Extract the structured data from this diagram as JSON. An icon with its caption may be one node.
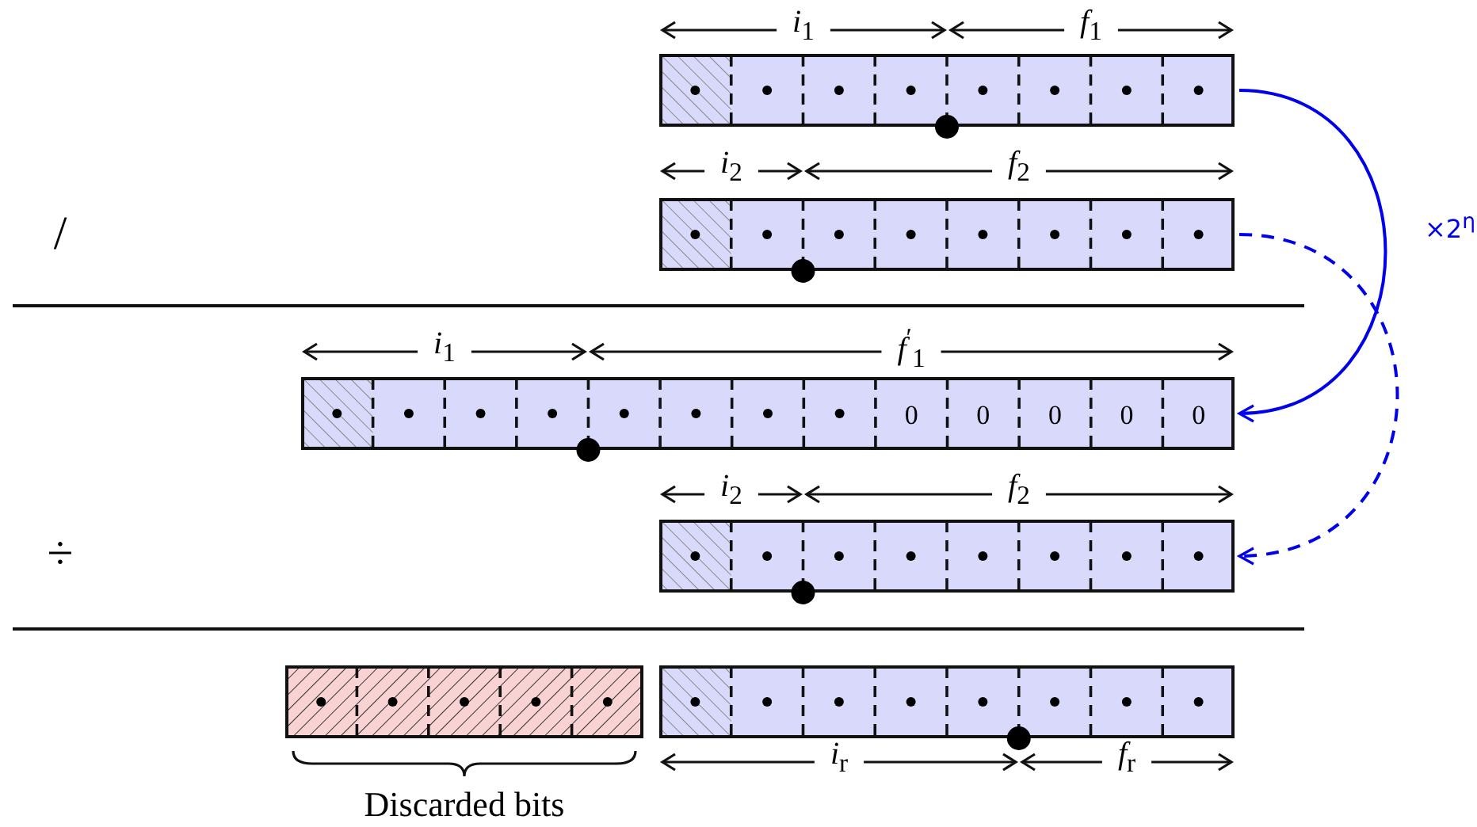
{
  "diagram": {
    "nodes": [
      {
        "text": [],
        "shape": "bar"
      },
      {
        "text": [],
        "shape": "bar"
      },
      {
        "text": [
          "0",
          "0",
          "0",
          "0",
          "0"
        ]
      },
      {
        "text": [],
        "shape": "bar"
      },
      {
        "text": [],
        "shape": "bar",
        "beside": [
          "Discarded bits"
        ]
      },
      {
        "text": [],
        "shape": "bar"
      }
    ],
    "edges": [
      {
        "from": 0,
        "to": 2,
        "arrow": "to",
        "label": "×2$^{η}$"
      },
      {
        "from": 1,
        "to": 3,
        "arrow": "to",
        "style": "dashed"
      }
    ],
    "labels": [
      "*i*$_{1}$",
      "*f*$_{1}$",
      "*i*$_{2}$",
      "*f*$_{2}$",
      "/",
      "*i*$_{1}$",
      "*f*$^{′}$$_{1}$",
      "*i*$_{2}$",
      "*f*$_{2}$",
      "÷",
      "*i*$_{r}$",
      "*f*$_{r}$"
    ]
  }
}
